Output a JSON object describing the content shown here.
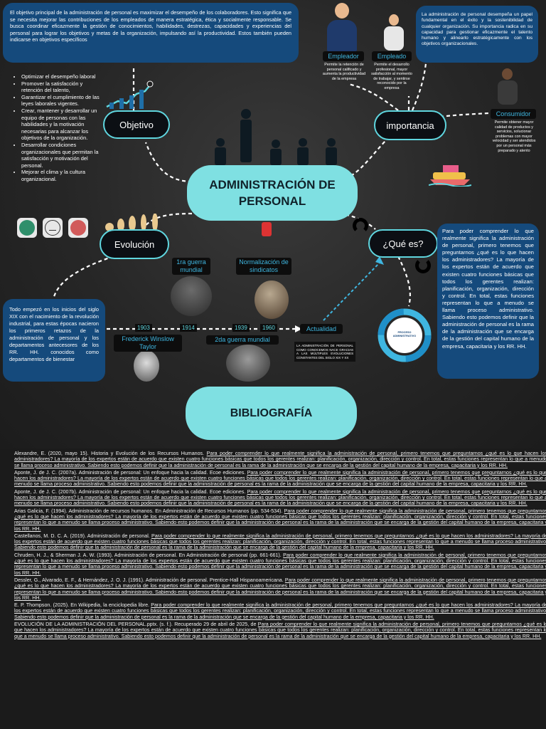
{
  "main_title": "ADMINISTRACIÓN DE PERSONAL",
  "objetivo": {
    "label": "Objetivo",
    "text": "El objetivo principal de la administración de personal es maximizar el desempeño de los colaboradores. Esto significa que se necesita mejorar las contribuciones de los empleados de manera estratégica, ética y socialmente responsable. Se busca coordinar eficazmente la gestión de conocimientos, habilidades, destrezas, capacidades y experiencias del personal para lograr los objetivos y metas de la organización, impulsando así la productividad. Estos también pueden indicarse en objetivos específicos",
    "list": [
      "Optimizar el desempeño laboral",
      "Promover la satisfacción y retención del talento,",
      "Garantizar el cumplimiento de las leyes laborales vigentes.",
      "Crear, mantener y desarrollar un equipo de personas con las habilidades y la motivación necesarias para alcanzar los objetivos de la organización.",
      "Desarrollar condiciones organizacionales que permitan la satisfacción y motivación del personal.",
      "Mejorar el clima y la cultura organizacional."
    ]
  },
  "importancia": {
    "label": "importancia",
    "text": "La administración de personal desempeña un papel fundamental en el éxito y la sostenibilidad de cualquier organización. Su importancia radica en su capacidad para gestionar eficazmente el talento humano y alinearlo estratégicamente con los objetivos organizacionales.",
    "empleador": {
      "label": "Empleador",
      "text": "Permite la retención de personal calificado y aumenta la productividad de la empresa"
    },
    "empleado": {
      "label": "Empleado",
      "text": "Permite el desarrollo profesional, mayor satisfacción al momento de trabajar, y sentirse reconocido por la empresa"
    },
    "consumidor": {
      "label": "Consumidor",
      "text": "Permite obtener mayor calidad de productos y servicios, solucionar problemas con mayor velocidad y ser atendidos por un personal más preparado y atento"
    }
  },
  "que_es": {
    "label": "¿Qué es?",
    "text": "Para poder comprender lo que realmente significa la administración de personal, primero tenemos que preguntarnos ¿qué es lo que hacen los administradores? La mayoría de los expertos están de acuerdo que existen cuatro funciones básicas que todos los gerentes realizan: planificación, organización, dirección y control. En total, estas funciones representan lo que a menudo se llama proceso administrativo. Sabiendo esto podemos definir que la administración de personal es la rama de la administración que se encarga de la gestión del capital humano de la empresa, capacitaria y los RR. HH.",
    "cycle_center": "PROCESO ADMINISTRATIVO"
  },
  "evolucion": {
    "label": "Evolución",
    "text": "Todo empezó en los inicios del siglo XIX con el nacimiento de la revolución industrial, para estas épocas nacieron los primeros retazos de la administración de personal y los departamentos antecesores de los RR. HH. conocidos como departamentos de bienestar",
    "timeline": {
      "years": [
        "1903",
        "1914",
        "1939",
        "1960"
      ],
      "events": {
        "taylor": "Frederick Winslow Taylor",
        "guerra1": "1ra guerra mundial",
        "guerra2": "2da guerra mundial",
        "sindicatos": "Normalización de sindicatos",
        "actualidad": "Actualidad",
        "actualidad_text": "LA ADMINISTRACIÓN DE PERSONAL COMO CONOCEMOS NACE GRACIAS A LAS MÚLTIPLES EVOLUCIONES CONSTANTES DEL SIGLO XIX Y XX"
      }
    }
  },
  "bibliografia": {
    "label": "BIBLIOGRAFÍA",
    "filler": "Para poder comprender lo que realmente significa la administración de personal, primero tenemos que preguntarnos ¿qué es lo que hacen los administradores? La mayoría de los expertos están de acuerdo que existen cuatro funciones básicas que todos los gerentes realizan: planificación, organización, dirección y control. En total, estas funciones representan lo que a menudo se llama proceso administrativo. Sabiendo esto podemos definir que la administración de personal es la rama de la administración que se encarga de la gestión del capital humano de la empresa, capacitaria y los RR. HH.",
    "entries": [
      "Alexandre, E. (2020, mayo 15). Historia y Evolución de los Recursos Humanos.",
      "Aponte, J. de J. C. (2007a). Administración de personal: Un enfoque hacia la calidad. Ecoe ediciones.",
      "Aponte, J. de J. C. (2007b). Administración de personal: Un enfoque hacia la calidad. Ecoe ediciones.",
      "Arias Galicia, F. (1994). Administración de recursos humanos. En Administración de Recursos Humanos (pp. 534-534).",
      "Castellanos, M. D. C. A. (2019). Administración de personal.",
      "Chruden, H. J., & Sherman J. A. W. (1993). Administración de personal. En Administración de personal (pp. 661-661).",
      "Dessler, G., Alvarado, E. F., & Hernández, J. O. J. (1991). Administración de personal. Prentice-Hall Hispanoamericana.",
      "E. P. Thompson. (2025). En Wikipedia, la enciclopedia libre.",
      "EVOLUCIÓN DE LA ADMINISTRACIÓN DEL PERSONAL.pptx. (s. f.). Recuperado 29 de abril de 2025, de"
    ]
  },
  "colors": {
    "accent": "#7fe0e2",
    "box": "#154a7c",
    "tag_text": "#3fb6e0"
  }
}
